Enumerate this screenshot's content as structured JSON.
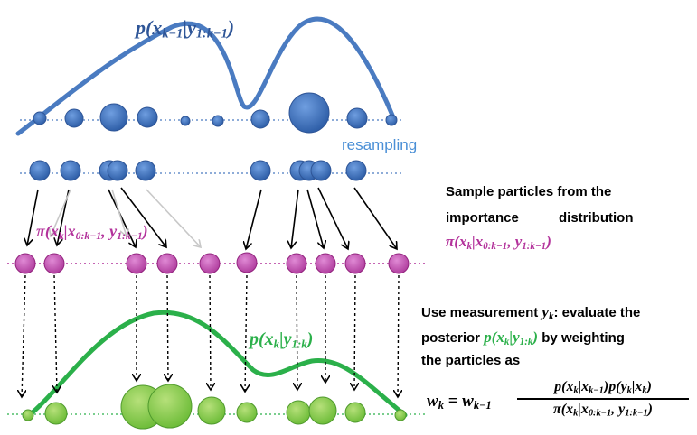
{
  "labels": {
    "prior": "p(x_{k−1}|y_{1:k−1})",
    "resampling": "resampling",
    "proposal_left": "π(x_k|x_{0:k−1}, y_{1:k−1})",
    "posterior": "p(x_k|y_{1:k})"
  },
  "text_blocks": {
    "sample_line1": "Sample particles from the",
    "sample_line2a": "importance",
    "sample_line2b": "distribution",
    "sample_formula": "π(x_k|x_{0:k−1}, y_{1:k−1})",
    "measure_line1a": "Use measurement",
    "measure_line1b": ": evaluate the",
    "measure_yk": "y_k",
    "measure_line2a": "posterior",
    "measure_post": "p(x_k|y_{1:k})",
    "measure_line2b": "by weighting",
    "measure_line3": "the particles as"
  },
  "weight_equation": {
    "lhs": "w_k = w_{k−1}",
    "numerator": "p(x_k|x_{k−1})p(y_k|x_k)",
    "denominator": "π(x_k|x_{0:k−1}, y_{1:k−1})"
  },
  "colors": {
    "blue": "#4a7bc1",
    "blue_dark": "#2e5597",
    "magenta": "#b3329b",
    "magenta_fill": "#c85bb8",
    "green": "#2bb04a",
    "green_fill": "#8fcf55",
    "label_blue": "#2e5597",
    "resampling_blue": "#4a8fd6"
  }
}
